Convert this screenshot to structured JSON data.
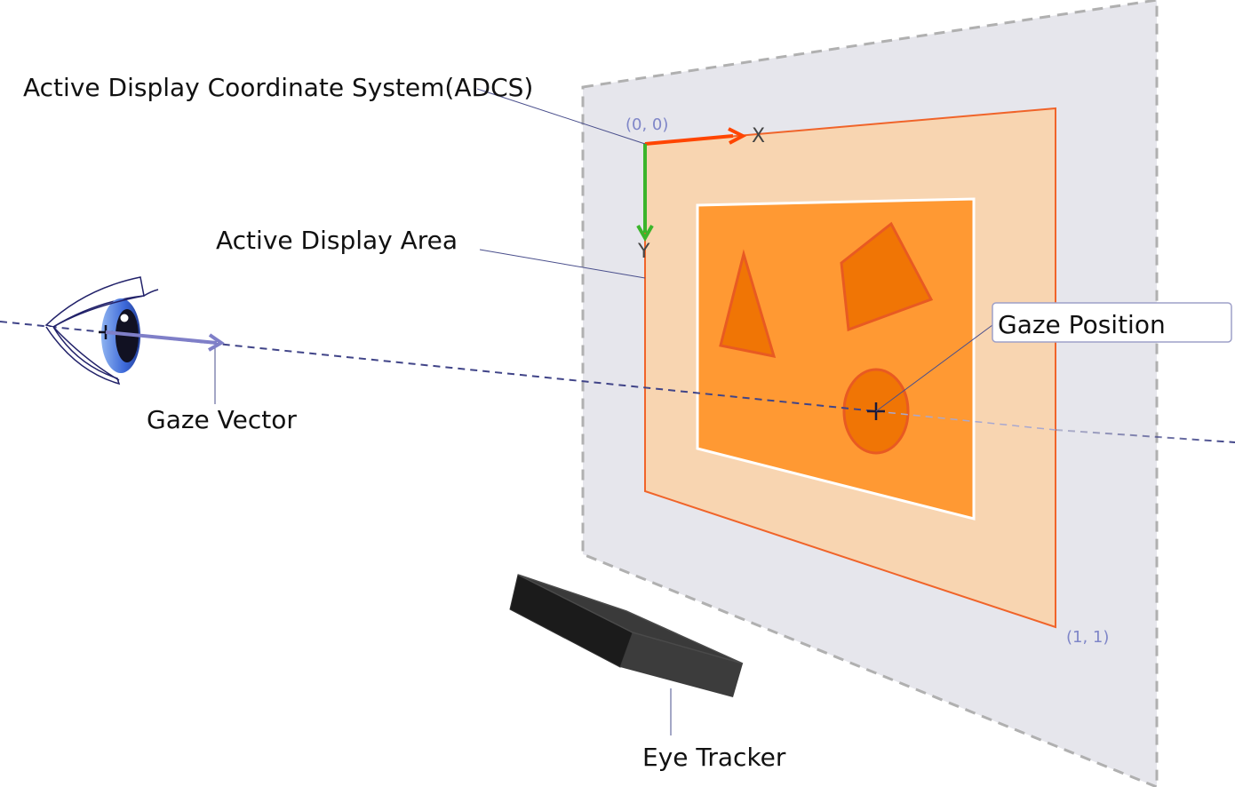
{
  "labels": {
    "adcs": "Active Display Coordinate System(ADCS)",
    "active_display_area": "Active Display Area",
    "gaze_vector": "Gaze Vector",
    "gaze_position": "Gaze Position",
    "eye_tracker": "Eye Tracker"
  },
  "coordinates": {
    "origin": "(0, 0)",
    "corner": "(1, 1)"
  },
  "axes": {
    "x": "X",
    "y": "Y"
  },
  "colors": {
    "outer_plane": "#e6e6ec",
    "active_area": "#f8d5b1",
    "active_area_border": "#f0642a",
    "screen": "#ff9933",
    "shape_fill": "#f07505",
    "shape_stroke": "#e85a22",
    "x_axis": "#ff4500",
    "y_axis": "#3bb52b",
    "leader_line": "#4a4f8c",
    "gaze_line": "#404488",
    "gaze_arrow": "#7f7fc8",
    "coord_text": "#7f86c8",
    "tracker": "#2a2a2a"
  },
  "icons": [
    "eye-icon",
    "eye-tracker-device"
  ]
}
